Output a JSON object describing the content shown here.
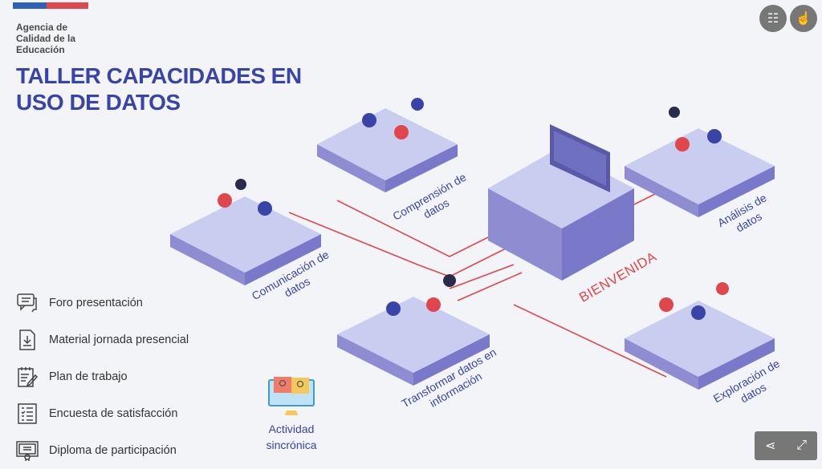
{
  "header": {
    "agency": "Agencia de Calidad de la Educación",
    "title_line1": "TALLER CAPACIDADES EN",
    "title_line2": "USO DE DATOS"
  },
  "menu": [
    {
      "label": "Foro presentación",
      "icon": "chat-icon"
    },
    {
      "label": "Material jornada presencial",
      "icon": "download-file-icon"
    },
    {
      "label": "Plan de trabajo",
      "icon": "notepad-pencil-icon"
    },
    {
      "label": "Encuesta de satisfacción",
      "icon": "checklist-icon"
    },
    {
      "label": "Diploma de participación",
      "icon": "certificate-icon"
    }
  ],
  "sync": {
    "line1": "Actividad",
    "line2": "sincrónica"
  },
  "stations": {
    "comprension": {
      "l1": "Comprensión de",
      "l2": "datos"
    },
    "comunicacion": {
      "l1": "Comunicación de",
      "l2": "datos"
    },
    "transformar": {
      "l1": "Transformar datos en",
      "l2": "información"
    },
    "analisis": {
      "l1": "Análisis de",
      "l2": "datos"
    },
    "exploracion": {
      "l1": "Exploración de",
      "l2": "datos"
    },
    "bienvenida": "BIENVENIDA"
  },
  "colors": {
    "brand": "#3944a8",
    "accent": "#e0474c",
    "platform": "#c9cdf0",
    "platform_side": "#7a78c8"
  }
}
